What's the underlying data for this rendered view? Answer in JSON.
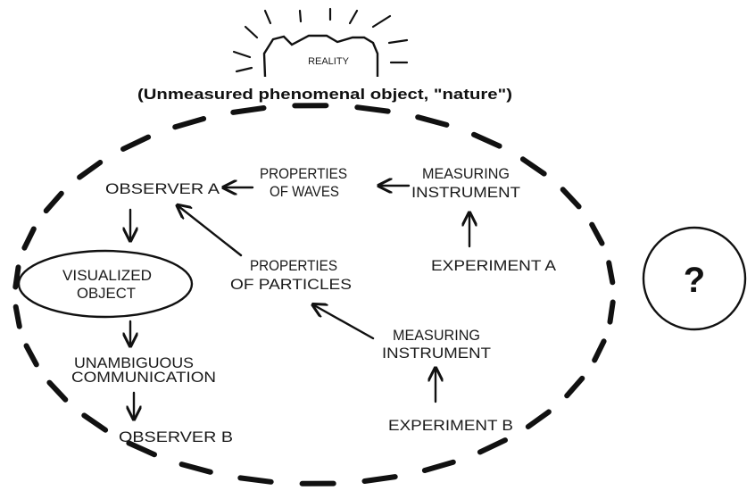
{
  "reality": {
    "label": "REALITY",
    "subtitle": "(Unmeasured phenomenal object, \"nature\")"
  },
  "nodes": {
    "observer_a": "OBSERVER A",
    "properties_waves_line1": "PROPERTIES",
    "properties_waves_line2": "OF WAVES",
    "measuring_a_line1": "MEASURING",
    "measuring_a_line2": "INSTRUMENT",
    "experiment_a": "EXPERIMENT A",
    "visualized_line1": "VISUALIZED",
    "visualized_line2": "OBJECT",
    "properties_particles_line1": "PROPERTIES",
    "properties_particles_line2": "OF PARTICLES",
    "unambiguous_line1": "UNAMBIGUOUS",
    "unambiguous_line2": "COMMUNICATION",
    "measuring_b_line1": "MEASURING",
    "measuring_b_line2": "INSTRUMENT",
    "observer_b": "OBSERVER B",
    "experiment_b": "EXPERIMENT B"
  },
  "unknown": {
    "symbol": "?"
  },
  "colors": {
    "ink": "#111111",
    "background": "#ffffff"
  }
}
